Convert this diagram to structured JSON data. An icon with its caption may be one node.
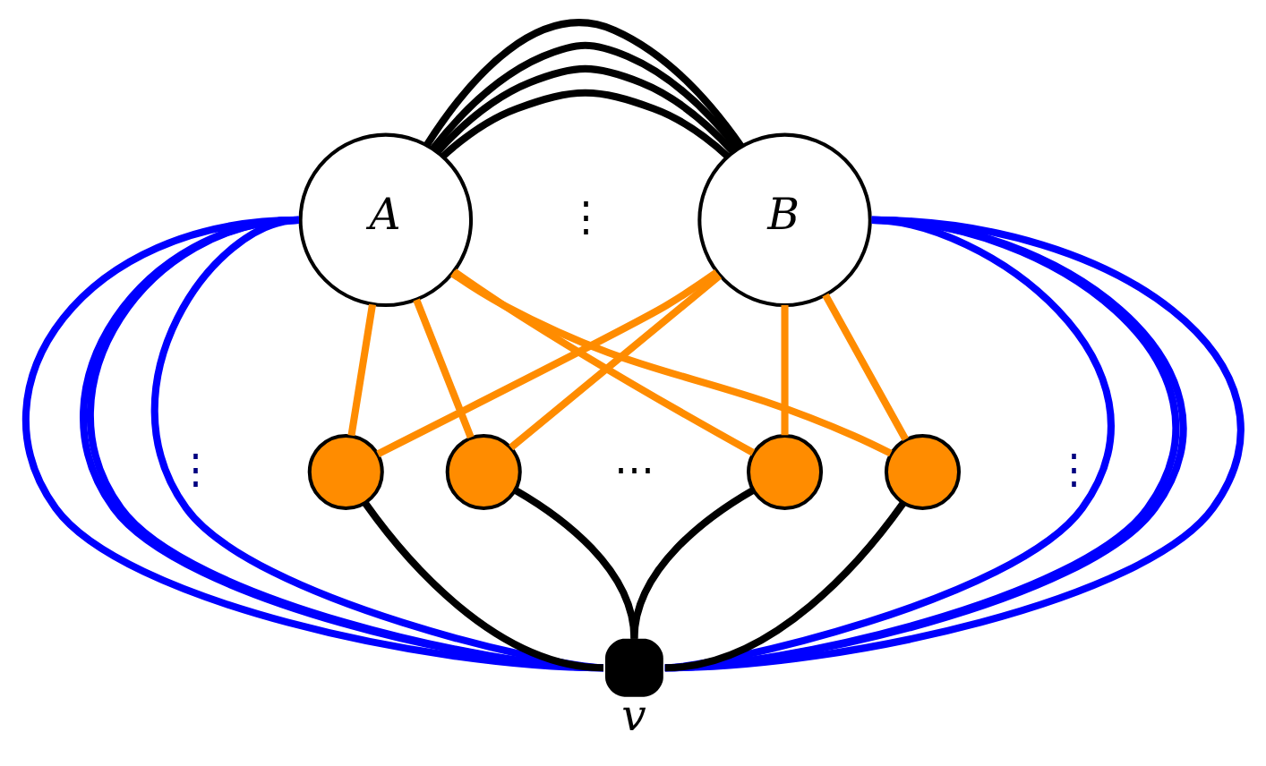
{
  "diagram": {
    "nodes": [
      {
        "text": [
          "A"
        ]
      },
      {
        "text": [
          "B"
        ]
      },
      {
        "text": [],
        "shape": "circle"
      },
      {
        "text": [],
        "shape": "circle"
      },
      {
        "text": [],
        "shape": "circle"
      },
      {
        "text": [],
        "shape": "circle"
      },
      {
        "text": [],
        "shape": "circle",
        "beside": [
          "v"
        ]
      }
    ],
    "edges": [
      {
        "from": 0,
        "to": 1,
        "arrow": "none"
      },
      {
        "from": 0,
        "to": 1,
        "arrow": "none"
      },
      {
        "from": 0,
        "to": 1,
        "arrow": "none"
      },
      {
        "from": 0,
        "to": 1,
        "arrow": "none"
      },
      {
        "from": 0,
        "to": 2,
        "arrow": "none",
        "color": "#ff8c00"
      },
      {
        "from": 0,
        "to": 3,
        "arrow": "none",
        "color": "#ff8c00"
      },
      {
        "from": 0,
        "to": 4,
        "arrow": "none",
        "color": "#ff8c00"
      },
      {
        "from": 0,
        "to": 5,
        "arrow": "none",
        "color": "#ff8c00"
      },
      {
        "from": 1,
        "to": 2,
        "arrow": "none",
        "color": "#ff8c00"
      },
      {
        "from": 1,
        "to": 3,
        "arrow": "none",
        "color": "#ff8c00"
      },
      {
        "from": 1,
        "to": 4,
        "arrow": "none",
        "color": "#ff8c00"
      },
      {
        "from": 1,
        "to": 5,
        "arrow": "none",
        "color": "#ff8c00"
      },
      {
        "from": 2,
        "to": 6,
        "arrow": "none"
      },
      {
        "from": 3,
        "to": 6,
        "arrow": "none"
      },
      {
        "from": 4,
        "to": 6,
        "arrow": "none"
      },
      {
        "from": 5,
        "to": 6,
        "arrow": "none"
      },
      {
        "from": 0,
        "to": 6,
        "arrow": "none",
        "color": "#0000ff"
      },
      {
        "from": 0,
        "to": 6,
        "arrow": "none",
        "color": "#0000ff"
      },
      {
        "from": 0,
        "to": 6,
        "arrow": "none",
        "color": "#0000ff"
      },
      {
        "from": 0,
        "to": 6,
        "arrow": "none",
        "color": "#0000ff"
      },
      {
        "from": 1,
        "to": 6,
        "arrow": "none",
        "color": "#0000ff"
      },
      {
        "from": 1,
        "to": 6,
        "arrow": "none",
        "color": "#0000ff"
      },
      {
        "from": 1,
        "to": 6,
        "arrow": "none",
        "color": "#0000ff"
      },
      {
        "from": 1,
        "to": 6,
        "arrow": "none",
        "color": "#0000ff"
      }
    ],
    "labels": [
      "⋮",
      "⋯",
      "⋮",
      "⋮"
    ]
  }
}
